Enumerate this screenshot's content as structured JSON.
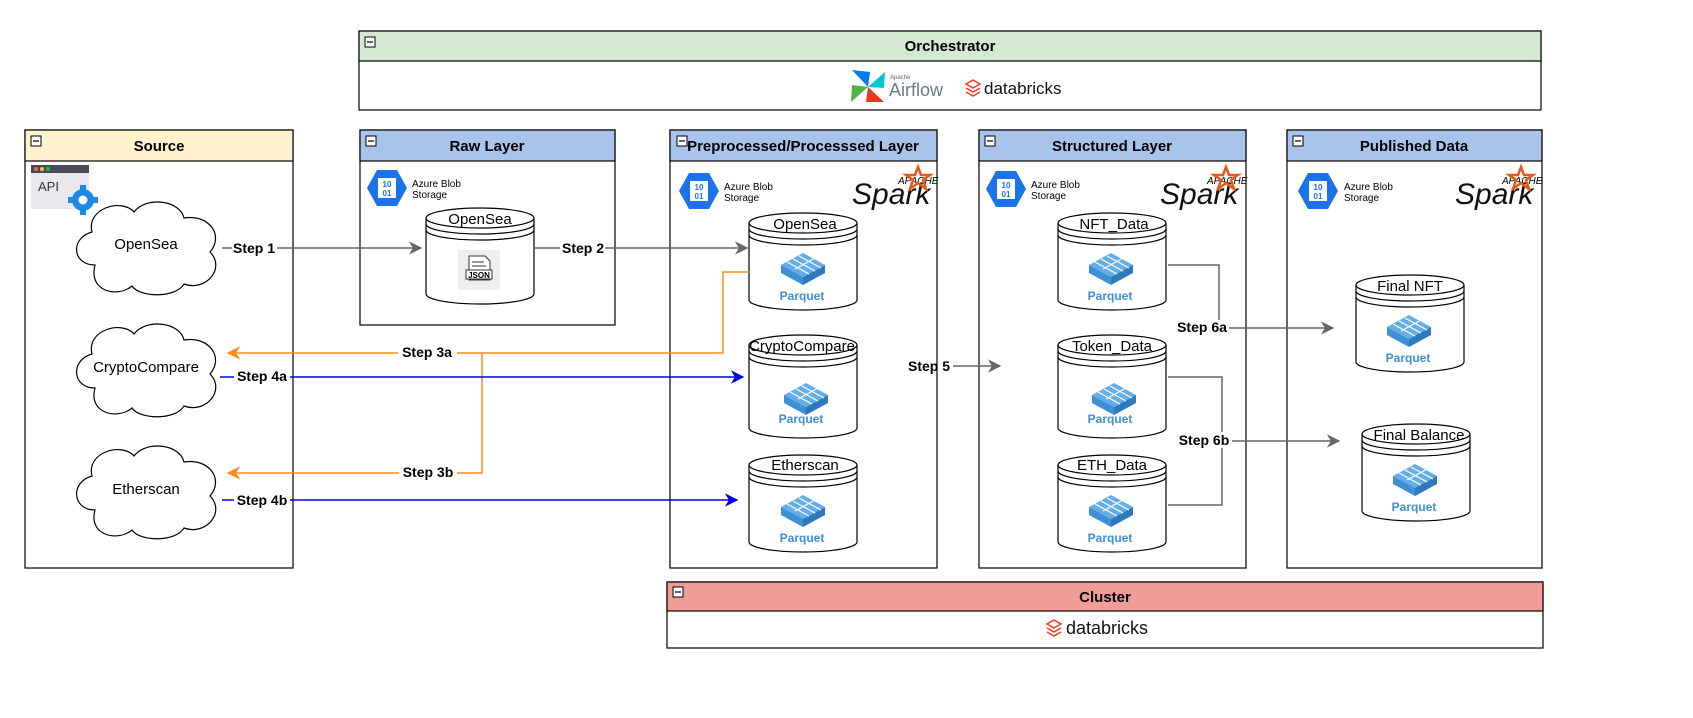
{
  "containers": {
    "orchestrator": {
      "title": "Orchestrator",
      "logos": {
        "airflow_small": "Apache",
        "airflow": "Airflow",
        "databricks": "databricks"
      }
    },
    "source": {
      "title": "Source",
      "api_label": "API"
    },
    "raw": {
      "title": "Raw Layer",
      "storage": [
        "Azure Blob",
        "Storage"
      ]
    },
    "processed": {
      "title": "Preprocessed/Processsed Layer",
      "storage": [
        "Azure Blob",
        "Storage"
      ],
      "spark": "Spark",
      "spark_small": "APACHE"
    },
    "structured": {
      "title": "Structured Layer",
      "storage": [
        "Azure Blob",
        "Storage"
      ],
      "spark": "Spark",
      "spark_small": "APACHE"
    },
    "published": {
      "title": "Published Data",
      "storage": [
        "Azure Blob",
        "Storage"
      ],
      "spark": "Spark",
      "spark_small": "APACHE"
    },
    "cluster": {
      "title": "Cluster",
      "logo": "databricks"
    }
  },
  "clouds": {
    "opensea": "OpenSea",
    "cryptocompare": "CryptoCompare",
    "etherscan": "Etherscan"
  },
  "databases": {
    "raw_opensea": "OpenSea",
    "json_label": "JSON",
    "proc_opensea": "OpenSea",
    "proc_cryptocompare": "CryptoCompare",
    "proc_etherscan": "Etherscan",
    "nft_data": "NFT_Data",
    "token_data": "Token_Data",
    "eth_data": "ETH_Data",
    "final_nft": "Final NFT",
    "final_balance": "Final Balance",
    "parquet": "Parquet"
  },
  "steps": {
    "s1": "Step 1",
    "s2": "Step 2",
    "s3a": "Step 3a",
    "s3b": "Step 3b",
    "s4a": "Step 4a",
    "s4b": "Step 4b",
    "s5": "Step 5",
    "s6a": "Step 6a",
    "s6b": "Step 6b"
  },
  "colors": {
    "orchestrator_header": "#d5e8d4",
    "source_header": "#fff2cc",
    "layer_header": "#a9c4eb",
    "cluster_header": "#f19c99",
    "arrow_gray": "#666666",
    "arrow_orange": "#ff8c1a",
    "arrow_blue": "#0000e6",
    "azure_blue": "#1a73e8",
    "spark_orange": "#e25a1c",
    "parquet_blue": "#3d8fd6",
    "databricks_red": "#ff3621",
    "airflow_teal": "#017cee"
  }
}
